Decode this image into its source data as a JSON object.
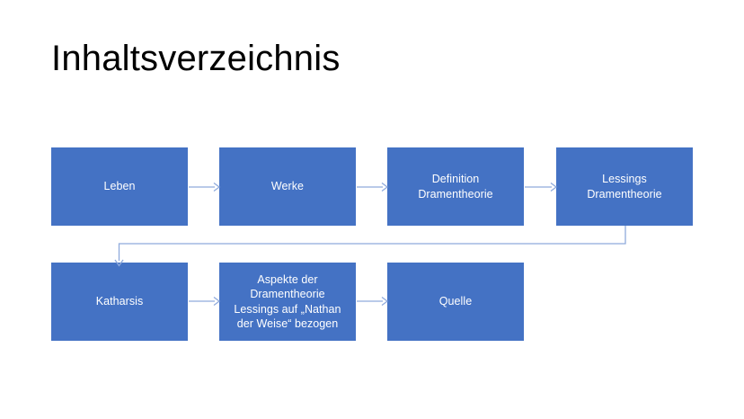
{
  "slide": {
    "title": "Inhaltsverzeichnis",
    "background_color": "#FFFFFF",
    "title_color": "#000000",
    "node_fill_color": "#4472C4",
    "node_text_color": "#FFFFFF",
    "connector_color": "#8FAADC"
  },
  "flowchart": {
    "row1": [
      {
        "id": "leben",
        "label": "Leben"
      },
      {
        "id": "werke",
        "label": "Werke"
      },
      {
        "id": "definition-dramentheorie",
        "label": "Definition\nDramentheorie"
      },
      {
        "id": "lessings-dramentheorie",
        "label": "Lessings\nDramentheorie"
      }
    ],
    "row2": [
      {
        "id": "katharsis",
        "label": "Katharsis"
      },
      {
        "id": "aspekte-dramentheorie",
        "label": "Aspekte der\nDramentheorie\nLessings auf „Nathan\nder Weise“ bezogen"
      },
      {
        "id": "quelle",
        "label": "Quelle"
      }
    ],
    "connectors": [
      {
        "id": "leben-to-werke",
        "type": "arrow-right"
      },
      {
        "id": "werke-to-definition",
        "type": "arrow-right"
      },
      {
        "id": "definition-to-lessings",
        "type": "arrow-right"
      },
      {
        "id": "lessings-to-katharsis",
        "type": "elbow-down-left"
      },
      {
        "id": "katharsis-to-aspekte",
        "type": "arrow-right"
      },
      {
        "id": "aspekte-to-quelle",
        "type": "arrow-right"
      }
    ]
  }
}
